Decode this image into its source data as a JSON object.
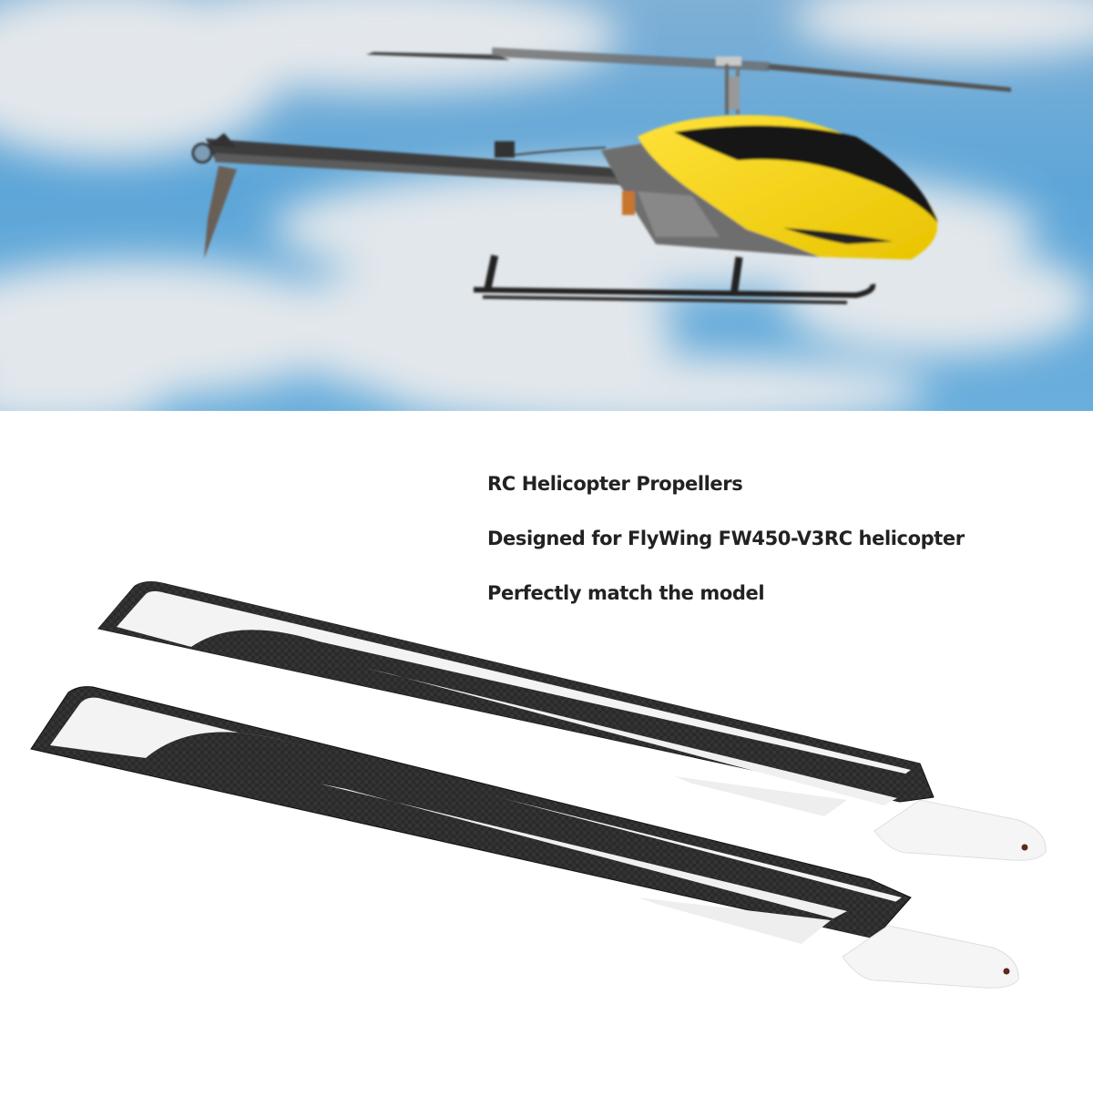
{
  "hero_photo": {
    "subject": "Yellow and black RC helicopter flying in cloudy blue sky",
    "colors": {
      "sky": "#5ea6d8",
      "cloud": "#e6e8ea",
      "canopy_yellow": "#f2d400",
      "canopy_black": "#1a1a1a",
      "frame": "#555555"
    }
  },
  "product_text": {
    "title": "RC Helicopter Propellers",
    "line2": "Designed for FlyWing FW450-V3RC helicopter",
    "line3": "Perfectly match the model"
  },
  "product_image": {
    "subject": "Two carbon fiber main rotor blades with white graphics",
    "count": 2,
    "colors": {
      "carbon": "#2b2b2b",
      "white": "#f2f2f2",
      "hole": "#5a2a1a"
    }
  }
}
